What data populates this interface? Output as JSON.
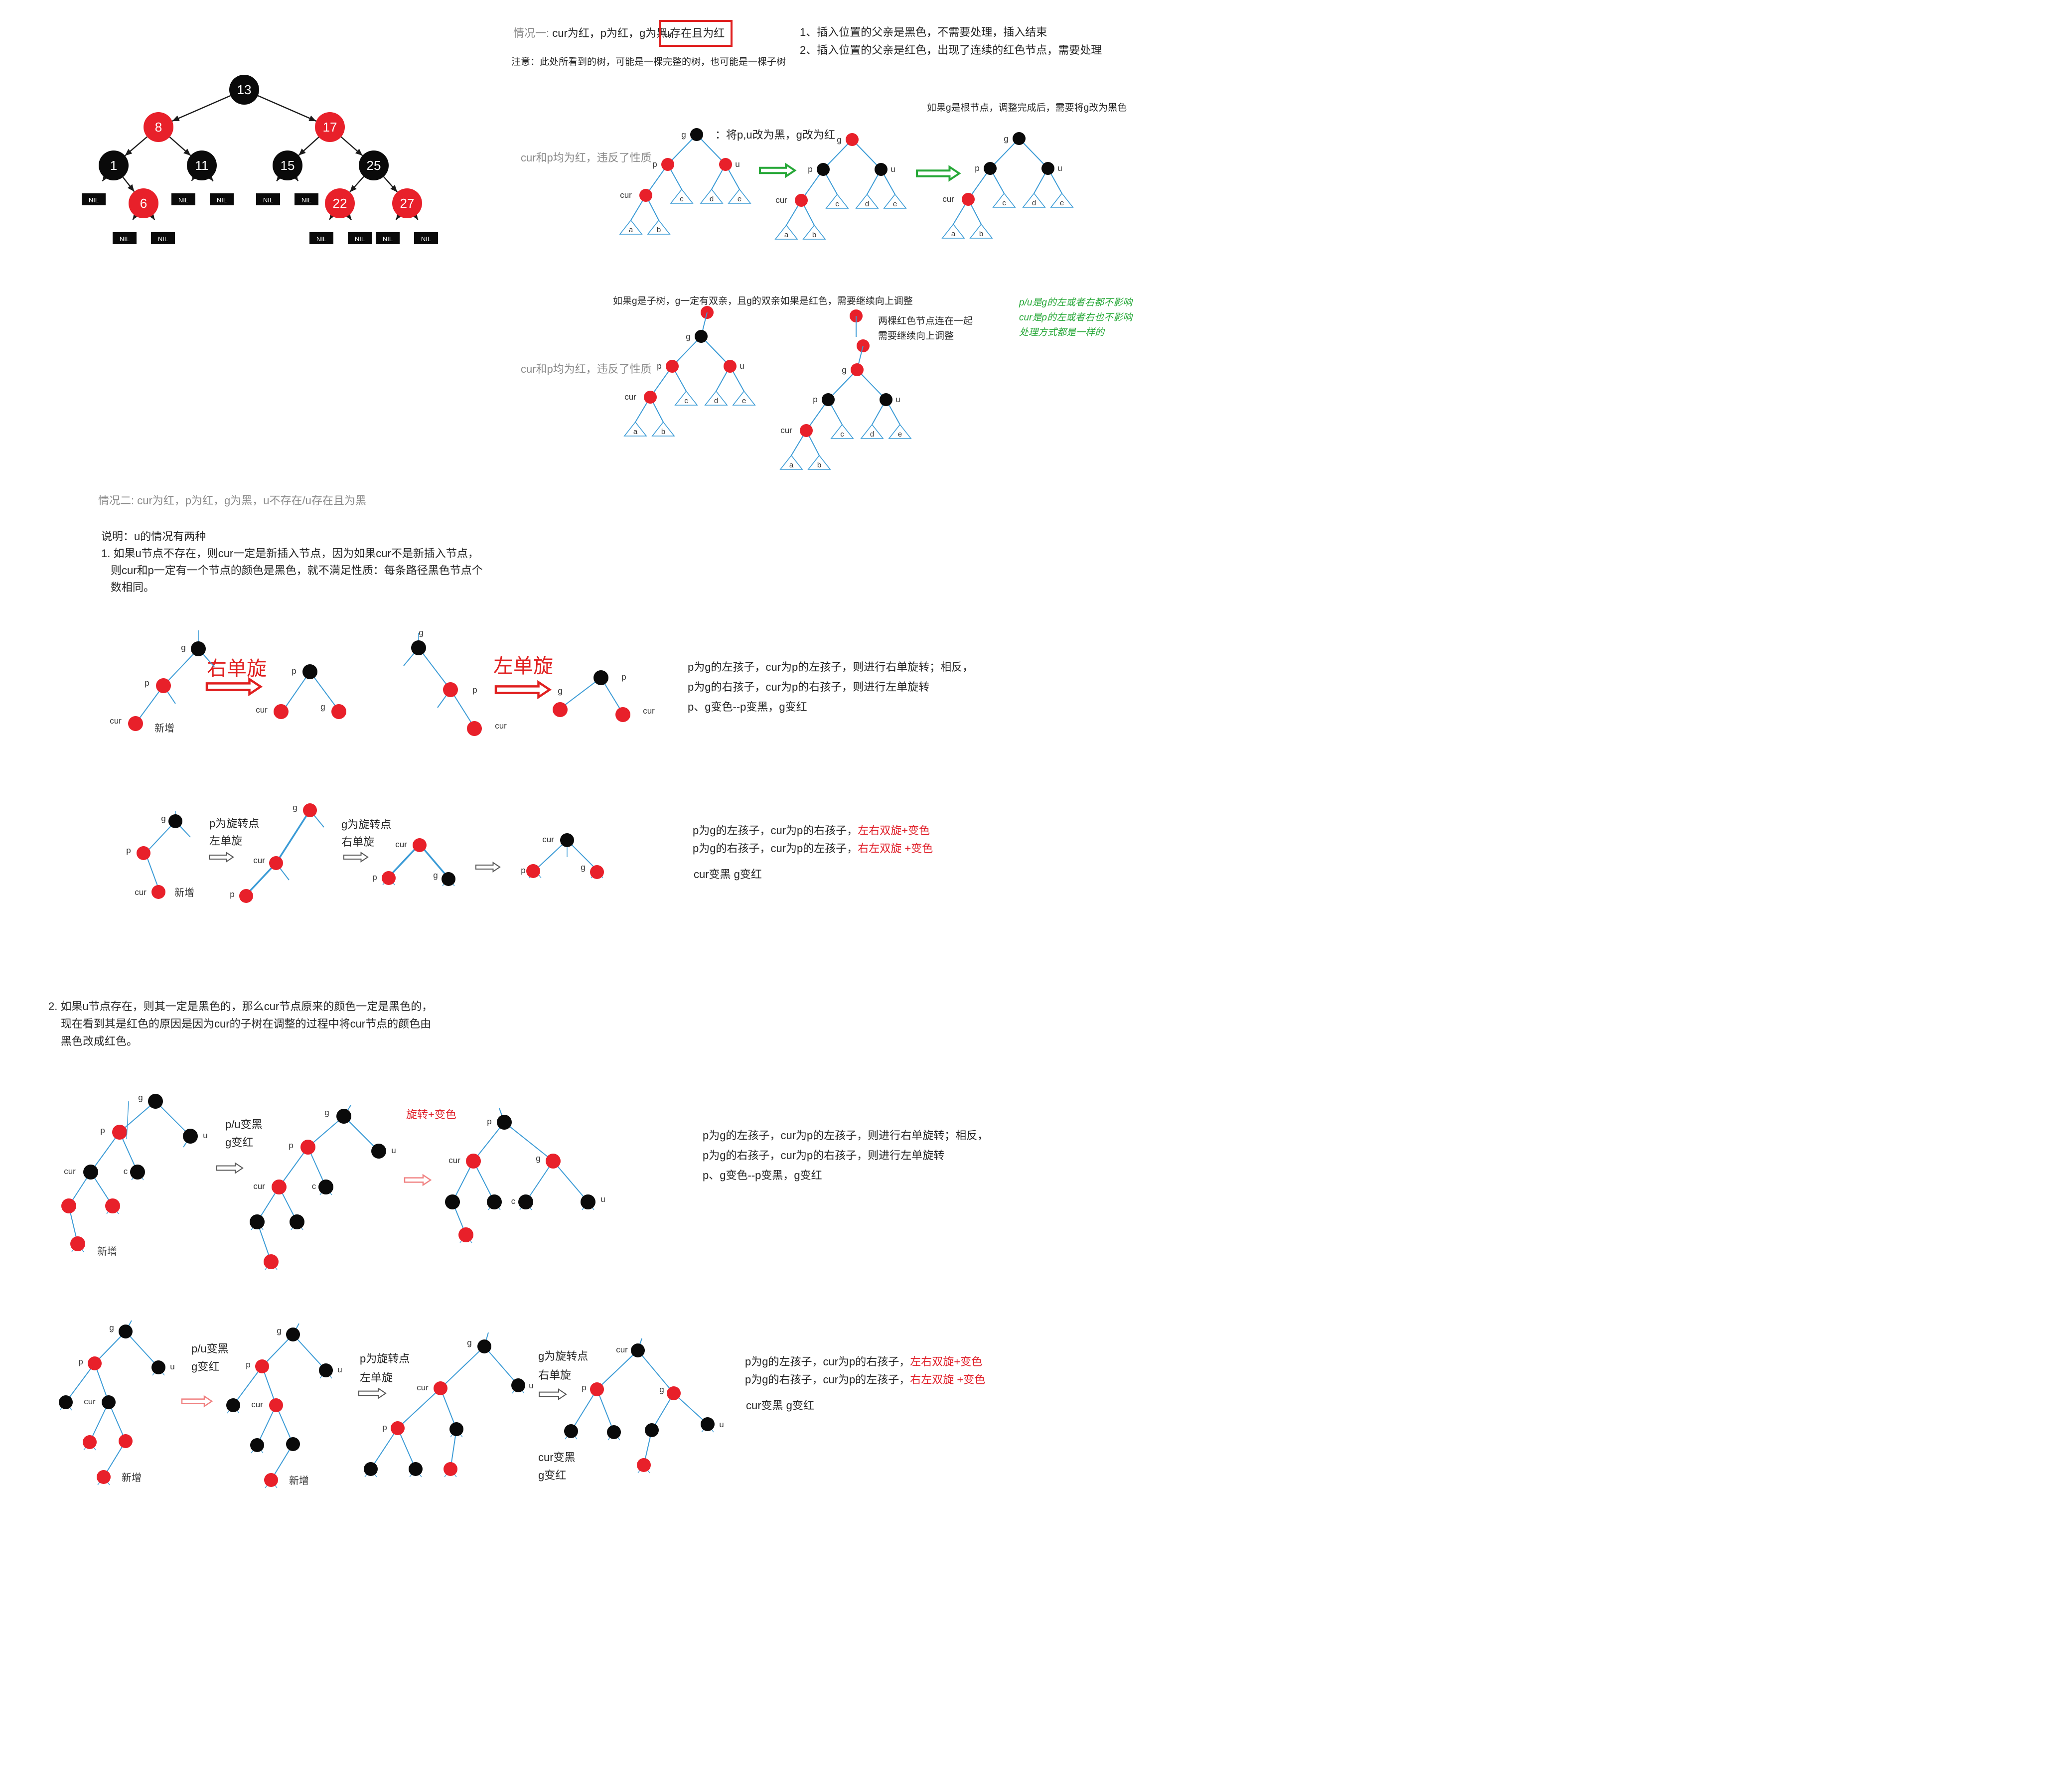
{
  "colors": {
    "red_node": "#e8202a",
    "black_node": "#0a0a0a",
    "edge_blue": "#3b9bd6",
    "edge_black": "#1a1a1a",
    "arrow_green": "#27a838",
    "arrow_red": "#e02020",
    "text_red": "#e0202a",
    "text_green": "#27a838"
  },
  "rbtree": {
    "nodes": [
      {
        "label": "13",
        "color": "black"
      },
      {
        "label": "8",
        "color": "red"
      },
      {
        "label": "17",
        "color": "red"
      },
      {
        "label": "1",
        "color": "black"
      },
      {
        "label": "11",
        "color": "black"
      },
      {
        "label": "15",
        "color": "black"
      },
      {
        "label": "25",
        "color": "black"
      },
      {
        "label": "6",
        "color": "red"
      },
      {
        "label": "22",
        "color": "red"
      },
      {
        "label": "27",
        "color": "red"
      }
    ],
    "nil_label": "NIL"
  },
  "case1": {
    "title_prefix": "情况一: ",
    "title": "cur为红，p为红，g为黑，",
    "title_boxed": "u存在且为红",
    "note": "注意：此处所看到的树，可能是一棵完整的树，也可能是一棵子树",
    "rules": [
      "1、插入位置的父亲是黑色，不需要处理，插入结束",
      "2、插入位置的父亲是红色，出现了连续的红色节点，需要处理"
    ],
    "violation_label": "cur和p均为红，违反了性质",
    "action": "：将p,u改为黑，g改为红",
    "root_note": "如果g是根节点，调整完成后，需要将g改为黑色",
    "subtree_note": "如果g是子树，g一定有双亲，且g的双亲如果是红色，需要继续向上调整",
    "two_red_lines": [
      "两棵红色节点连在一起",
      "需要继续向上调整"
    ],
    "green_notes": [
      "p/u是g的左或者右都不影响",
      "cur是p的左或者右也不影响",
      "处理方式都是一样的"
    ]
  },
  "labels": {
    "g": "g",
    "p": "p",
    "u": "u",
    "cur": "cur",
    "a": "a",
    "b": "b",
    "c": "c",
    "d": "d",
    "e": "e",
    "new": "新增"
  },
  "case2": {
    "title": "情况二: cur为红，p为红，g为黑，u不存在/u存在且为黑",
    "explain": "说明：u的情况有两种",
    "point1": [
      "1. 如果u节点不存在，则cur一定是新插入节点，因为如果cur不是新插入节点，",
      "则cur和p一定有一个节点的颜色是黑色，就不满足性质：每条路径黑色节点个",
      "数相同。"
    ],
    "right_rotate": "右单旋",
    "left_rotate": "左单旋",
    "single_rules": [
      "p为g的左孩子，cur为p的左孩子，则进行右单旋转；相反，",
      "p为g的右孩子，cur为p的右孩子，则进行左单旋转",
      "p、g变色--p变黑，g变红"
    ],
    "p_pivot_left": [
      "p为旋转点",
      "左单旋"
    ],
    "g_pivot_right": [
      "g为旋转点",
      "右单旋"
    ],
    "double_rules": {
      "line1_black": "p为g的左孩子，cur为p的右孩子，",
      "line1_red": "左右双旋+变色",
      "line2_black": "p为g的右孩子，cur为p的左孩子，",
      "line2_red": "右左双旋 +变色",
      "line3": "cur变黑    g变红"
    },
    "point2": [
      "2. 如果u节点存在，则其一定是黑色的，那么cur节点原来的颜色一定是黑色的，",
      "现在看到其是红色的原因是因为cur的子树在调整的过程中将cur节点的颜色由",
      "黑色改成红色。"
    ],
    "pu_black": [
      "p/u变黑",
      "g变红"
    ],
    "rotate_recolor": "旋转+变色",
    "cur_black_g_red": [
      "cur变黑",
      "g变红"
    ]
  }
}
